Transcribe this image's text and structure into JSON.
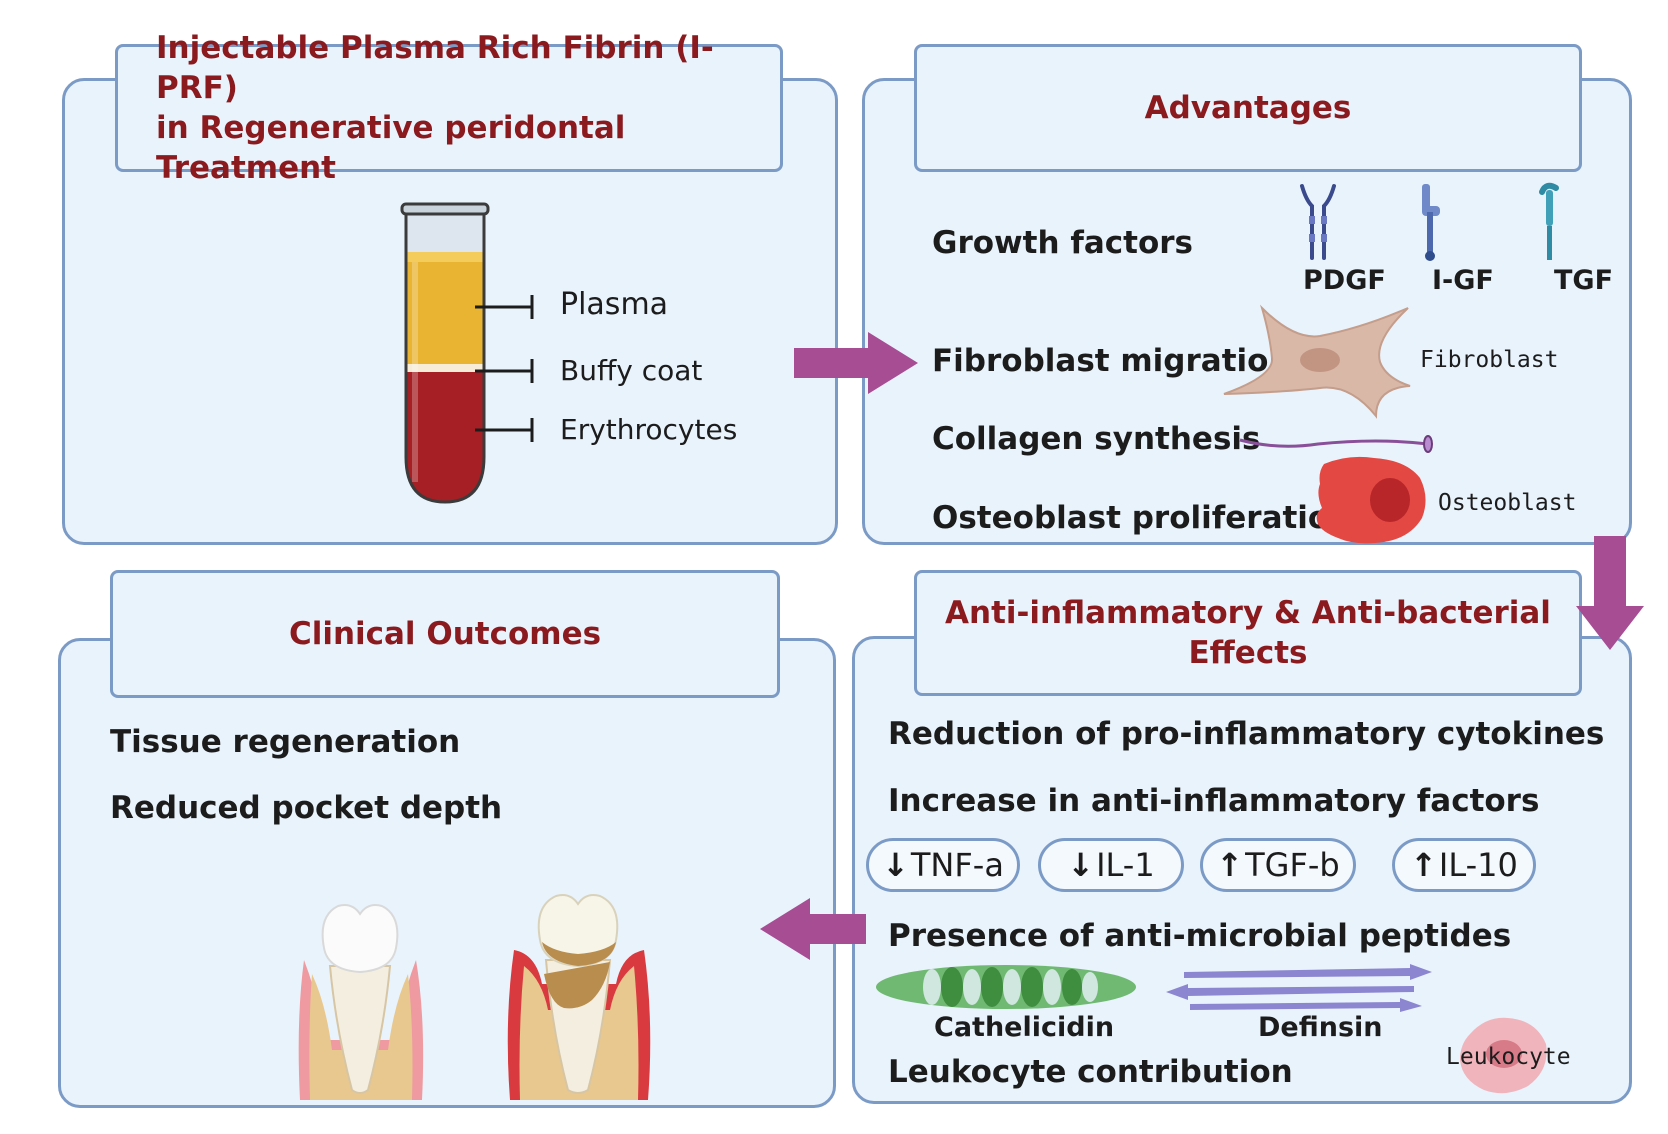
{
  "prf": {
    "title_line1": "Injectable Plasma Rich Fibrin (I-PRF)",
    "title_line2": "in Regenerative peridontal Treatment",
    "layers": [
      "Plasma",
      "Buffy coat",
      "Erythrocytes"
    ]
  },
  "advantages": {
    "title": "Advantages",
    "growth_factors": "Growth factors",
    "gf_labels": [
      "PDGF",
      "I-GF",
      "TGF"
    ],
    "fibroblast_migration": "Fibroblast migration",
    "fibroblast_label": "Fibroblast",
    "collagen_synthesis": "Collagen synthesis",
    "osteoblast_proliferation": "Osteoblast proliferation",
    "osteoblast_label": "Osteoblast"
  },
  "anti": {
    "title_line1": "Anti-inflammatory & Anti-bacterial",
    "title_line2": "Effects",
    "reduction": "Reduction of pro-inflammatory cytokines",
    "increase": "Increase in anti-inflammatory factors",
    "cytokines": [
      {
        "arrow": "↓",
        "name": "TNF-a"
      },
      {
        "arrow": "↓",
        "name": "IL-1"
      },
      {
        "arrow": "↑",
        "name": "TGF-b"
      },
      {
        "arrow": "↑",
        "name": "IL-10"
      }
    ],
    "peptides": "Presence of anti-microbial peptides",
    "cathelicidin": "Cathelicidin",
    "definsin": "Definsin",
    "leukocyte_contribution": "Leukocyte contribution",
    "leukocyte_label": "Leukocyte"
  },
  "outcomes": {
    "title": "Clinical Outcomes",
    "items": [
      "Tissue regeneration",
      "Reduced pocket depth"
    ]
  },
  "colors": {
    "title_red": "#8b1a1f",
    "panel_fill": "#e9f3fc",
    "panel_border": "#7b9bc6",
    "flow_arrow": "#a64d93",
    "plasma": "#e9b431",
    "erythrocytes": "#a51f25"
  }
}
